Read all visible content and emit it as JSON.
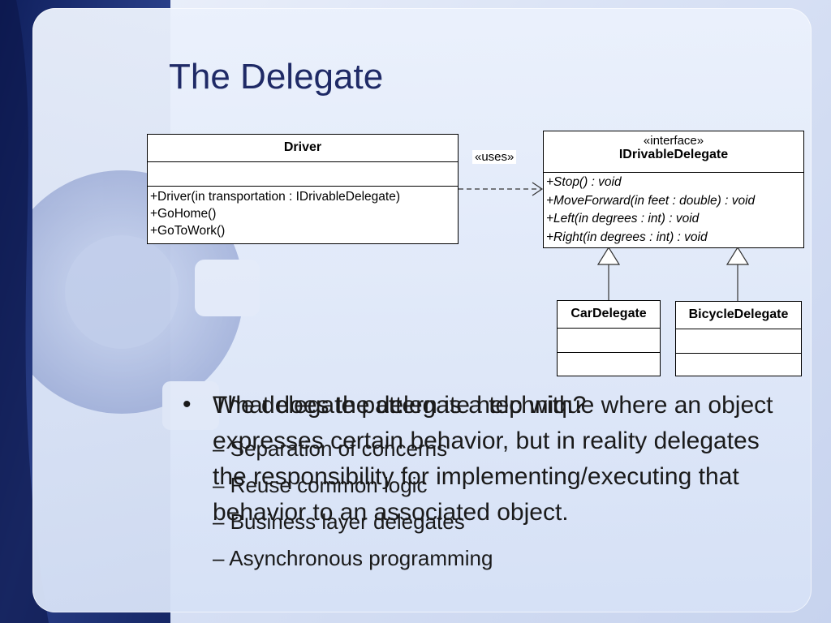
{
  "slide": {
    "title": "The Delegate"
  },
  "diagram": {
    "uses_label": "«uses»",
    "driver": {
      "name": "Driver",
      "operations": [
        "+Driver(in transportation : IDrivableDelegate)",
        "+GoHome()",
        "+GoToWork()"
      ]
    },
    "idrivable": {
      "stereotype": "«interface»",
      "name": "IDrivableDelegate",
      "operations": [
        "+Stop() : void",
        "+MoveForward(in feet : double) : void",
        "+Left(in degrees : int) : void",
        "+Right(in degrees : int) : void"
      ]
    },
    "car_delegate": {
      "name": "CarDelegate"
    },
    "bicycle_delegate": {
      "name": "BicycleDelegate"
    }
  },
  "bullets": {
    "layer_a": {
      "bullet": "•",
      "text": "The delegate pattern is a technique where an object expresses certain behavior, but in reality delegates the responsibility for implementing/executing that behavior to an associated object."
    },
    "layer_b": {
      "text": "What does the delegate help with?",
      "subitems": [
        "– Separation of concerns",
        "– Reuse common logic",
        "– Business layer delegates",
        "– Asynchronous programming"
      ]
    }
  },
  "colors": {
    "title": "#1f2a66",
    "panel": "#dfe7f7",
    "band_dark": "#1a2a6e"
  }
}
